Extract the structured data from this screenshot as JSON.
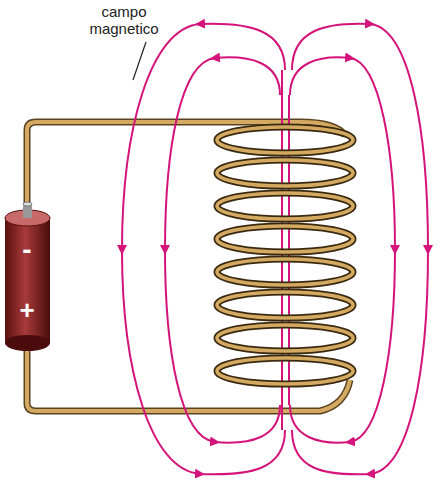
{
  "diagram": {
    "labels": [
      "campo magnetico",
      "-",
      "+"
    ]
  }
}
